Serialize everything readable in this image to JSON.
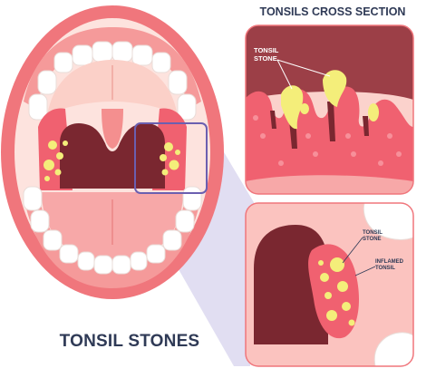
{
  "figure": {
    "main_title": "TONSIL STONES",
    "cross_section_title": "TONSILS CROSS SECTION",
    "labels": {
      "tonsil_stone_top_line1": "TONSIL",
      "tonsil_stone_top_line2": "STONE",
      "tonsil_stone_zoom_line1": "TONSIL",
      "tonsil_stone_zoom_line2": "STONE",
      "inflamed_tonsil_line1": "INFLAMED",
      "inflamed_tonsil_line2": "TONSIL"
    },
    "colors": {
      "lip": "#f0767c",
      "mouth_inner": "#fde3de",
      "gum": "#f59a9a",
      "tongue": "#f7a8a8",
      "throat": "#7a2730",
      "tonsil": "#f06170",
      "stone": "#f4ee7a",
      "highlight_box": "#6b5fb0",
      "text": "#2f3a56"
    }
  }
}
